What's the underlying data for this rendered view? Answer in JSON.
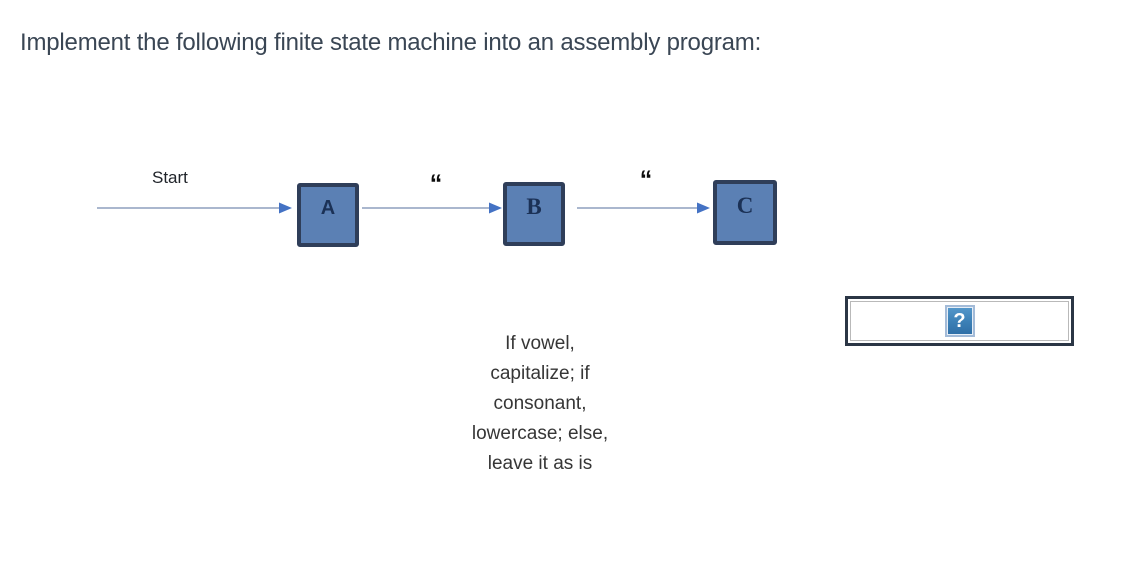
{
  "title": "Implement the following finite state machine into an assembly program:",
  "diagram": {
    "states": [
      {
        "label": "A"
      },
      {
        "label": "B"
      },
      {
        "label": "C"
      }
    ],
    "transitions": [
      {
        "from": "start",
        "to": "A",
        "label": "Start"
      },
      {
        "from": "A",
        "to": "B",
        "label": "“"
      },
      {
        "from": "B",
        "to": "C",
        "label": "“"
      }
    ],
    "note_lines": [
      "If vowel,",
      "capitalize; if",
      "consonant,",
      "lowercase; else,",
      "leave it as is"
    ]
  },
  "placeholder": {
    "glyph": "?"
  },
  "colors": {
    "title_text": "#3a4654",
    "state_fill": "#5b80b4",
    "state_border": "#2f3e59",
    "arrow_line": "#8e9fbd",
    "arrow_head": "#4472c4",
    "icon_blue": "#3b7fb5"
  }
}
